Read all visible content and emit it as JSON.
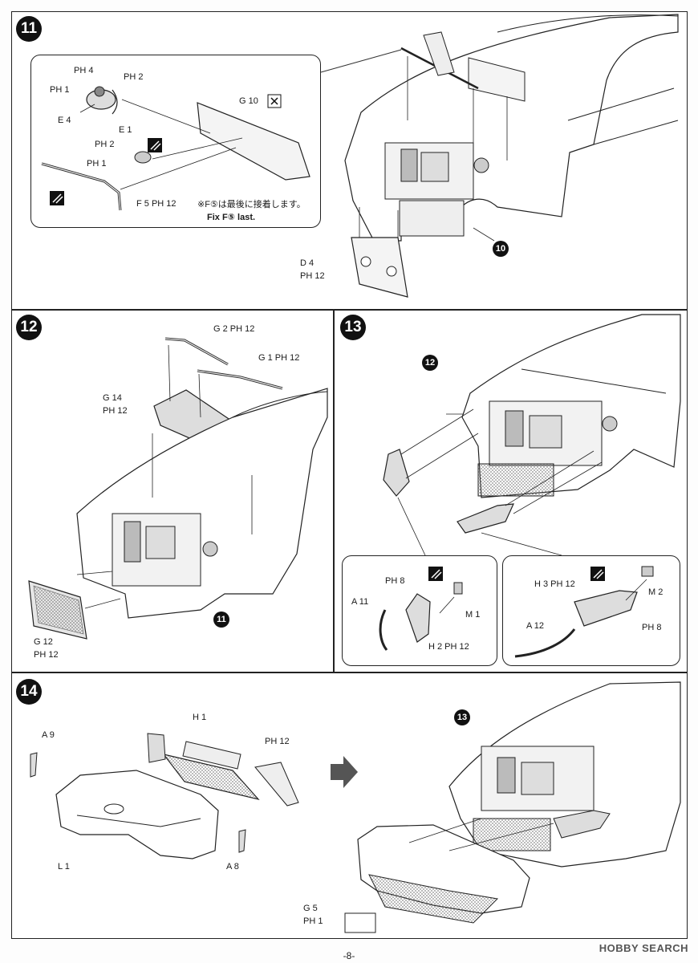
{
  "page_number": "-8-",
  "watermark": "HOBBY SEARCH",
  "steps": [
    {
      "number": "11",
      "labels": {
        "ph4": "PH 4",
        "ph2": "PH 2",
        "ph1a": "PH 1",
        "e4": "E 4",
        "e1": "E 1",
        "ph2b": "PH 2",
        "ph1b": "PH 1",
        "g10": "G 10",
        "f5": "F 5 PH 12",
        "d4": "D 4",
        "d4ph": "PH 12",
        "ref": "10"
      },
      "note_jp": "※F⑤は最後に接着します。",
      "note_en": "Fix F⑤ last."
    },
    {
      "number": "12",
      "labels": {
        "g2": "G 2 PH 12",
        "g1": "G 1 PH 12",
        "g14": "G 14",
        "g14ph": "PH 12",
        "g12": "G 12",
        "g12ph": "PH 12",
        "ref": "11"
      }
    },
    {
      "number": "13",
      "labels": {
        "ref": "12",
        "ph8a": "PH 8",
        "a11": "A 11",
        "m1": "M 1",
        "h2": "H 2 PH 12",
        "h3": "H 3 PH 12",
        "m2": "M 2",
        "ph8b": "PH 8",
        "a12": "A 12"
      }
    },
    {
      "number": "14",
      "labels": {
        "a9": "A 9",
        "h1": "H 1",
        "ph12": "PH 12",
        "l1": "L 1",
        "a8": "A 8",
        "ref": "13",
        "g5": "G 5",
        "g5ph": "PH 1"
      }
    }
  ]
}
